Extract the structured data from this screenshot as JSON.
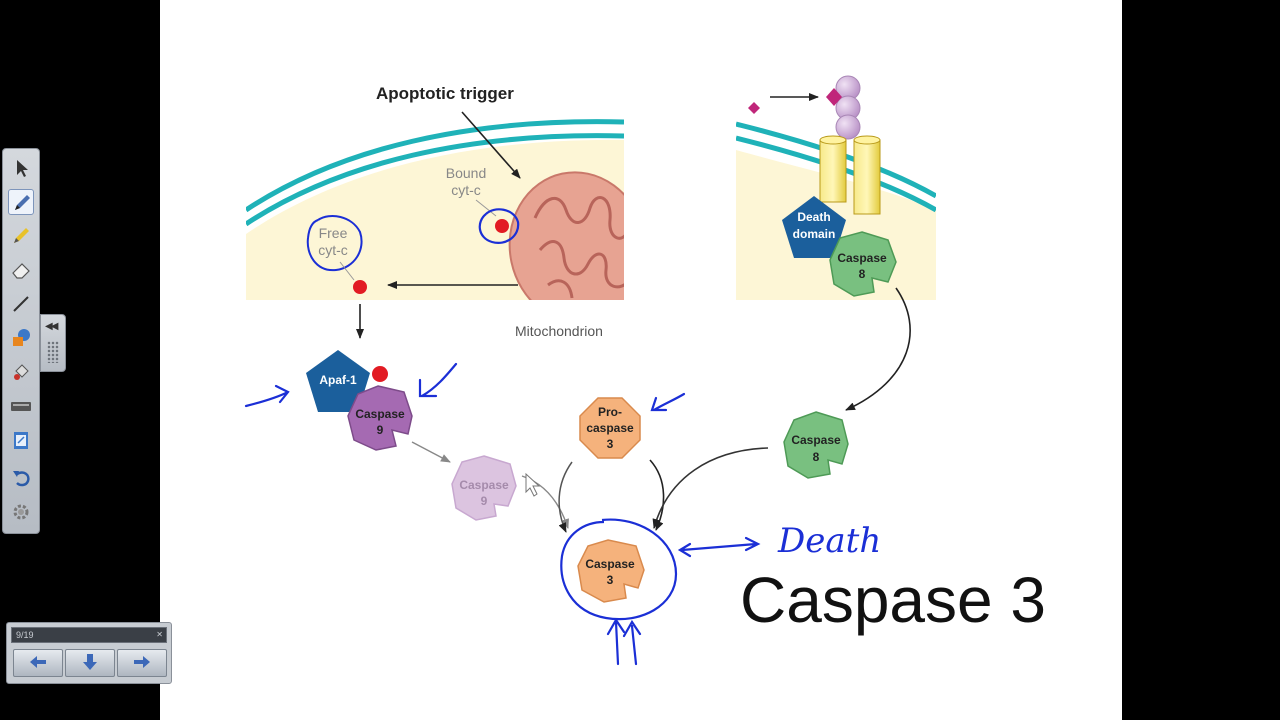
{
  "diagram": {
    "trigger_label": "Apoptotic trigger",
    "bound_label_line1": "Bound",
    "bound_label_line2": "cyt-c",
    "free_label_line1": "Free",
    "free_label_line2": "cyt-c",
    "mito_label": "Mitochondrion",
    "apaf_label": "Apaf-1",
    "casp9_line1": "Caspase",
    "casp9_line2": "9",
    "casp9b_line1": "Caspase",
    "casp9b_line2": "9",
    "procasp_line1": "Pro-",
    "procasp_line2": "caspase",
    "procasp_line3": "3",
    "casp3_line1": "Caspase",
    "casp3_line2": "3",
    "death_domain_line1": "Death",
    "death_domain_line2": "domain",
    "casp8_line1": "Caspase",
    "casp8_line2": "8",
    "casp8b_line1": "Caspase",
    "casp8b_line2": "8",
    "handwritten_death": "Death",
    "big_title": "Caspase 3"
  },
  "navigator": {
    "page": "9/19"
  },
  "colors": {
    "membrane": "#1fb2b8",
    "cytoplasm": "#fdf6d6",
    "mitochondrion": "#e7a392",
    "apaf": "#1b5f9c",
    "caspase9": "#a56ab2",
    "caspase9_faded": "#dcc4e0",
    "procaspase": "#f5b27c",
    "caspase8": "#79c080",
    "cyt_c": "#e21b23",
    "ink": "#1b2fd6",
    "receptor": "#f4e062",
    "ligand": "#c0267a",
    "balls": "#c9a9d4"
  }
}
